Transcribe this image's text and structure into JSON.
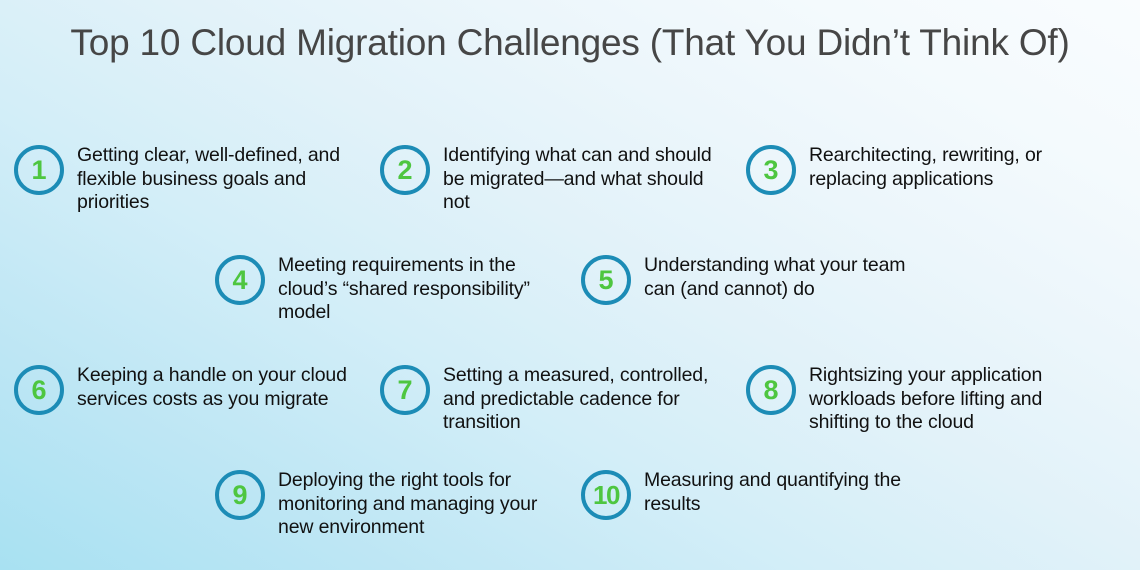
{
  "title": "Top 10 Cloud Migration Challenges (That You Didn’t Think Of)",
  "colors": {
    "badge_ring": "#1c8cb6",
    "badge_number": "#4ec640",
    "title_text": "#464646",
    "body_text": "#111111",
    "background_start": "#a8e1f2",
    "background_end": "#f9fcfe"
  },
  "items": [
    {
      "number": "1",
      "text": "Getting clear, well-defined, and flexible business goals and priorities"
    },
    {
      "number": "2",
      "text": "Identifying what can and should be migrated—and what should not"
    },
    {
      "number": "3",
      "text": "Rearchitecting, rewriting, or replacing applications"
    },
    {
      "number": "4",
      "text": "Meeting requirements in the cloud’s “shared responsibility” model"
    },
    {
      "number": "5",
      "text": "Understanding what your team can (and cannot) do"
    },
    {
      "number": "6",
      "text": "Keeping a handle on your cloud services costs as you migrate"
    },
    {
      "number": "7",
      "text": "Setting a measured, controlled, and predictable cadence for transition"
    },
    {
      "number": "8",
      "text": "Rightsizing your application workloads before lifting and shifting to the cloud"
    },
    {
      "number": "9",
      "text": "Deploying the right tools for monitoring and managing your new environment"
    },
    {
      "number": "10",
      "text": "Measuring and quantifying the results"
    }
  ]
}
